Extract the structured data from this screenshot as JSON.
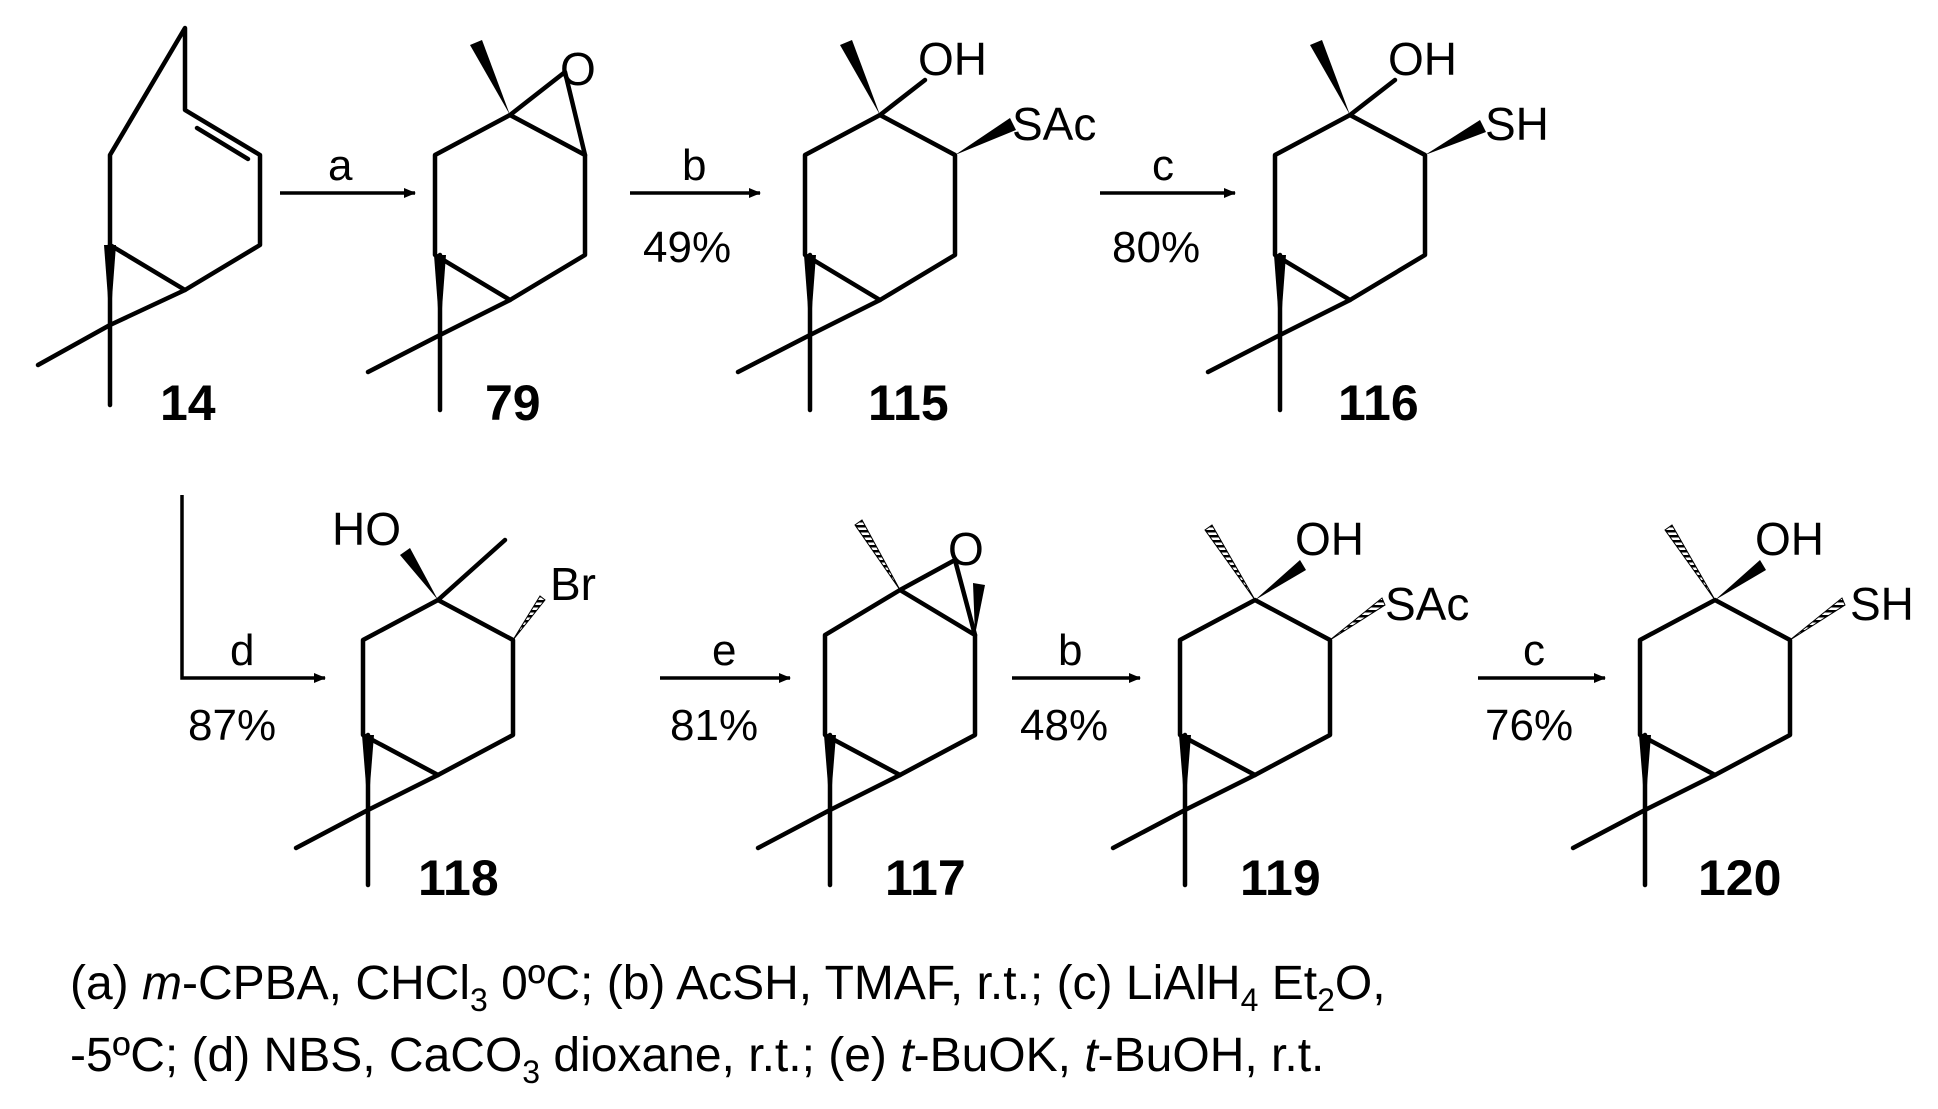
{
  "compounds": {
    "c14": {
      "label": "14"
    },
    "c79": {
      "label": "79",
      "atoms": {
        "o": "O"
      }
    },
    "c115": {
      "label": "115",
      "atoms": {
        "oh": "OH",
        "r": "SAc"
      }
    },
    "c116": {
      "label": "116",
      "atoms": {
        "oh": "OH",
        "r": "SH"
      }
    },
    "c118": {
      "label": "118",
      "atoms": {
        "oh": "HO",
        "r": "Br"
      }
    },
    "c117": {
      "label": "117",
      "atoms": {
        "o": "O"
      }
    },
    "c119": {
      "label": "119",
      "atoms": {
        "oh": "OH",
        "r": "SAc"
      }
    },
    "c120": {
      "label": "120",
      "atoms": {
        "oh": "OH",
        "r": "SH"
      }
    }
  },
  "arrows": {
    "a1": {
      "reagent": "a",
      "yield": ""
    },
    "a2": {
      "reagent": "b",
      "yield": "49%"
    },
    "a3": {
      "reagent": "c",
      "yield": "80%"
    },
    "a4": {
      "reagent": "d",
      "yield": "87%"
    },
    "a5": {
      "reagent": "e",
      "yield": "81%"
    },
    "a6": {
      "reagent": "b",
      "yield": "48%"
    },
    "a7": {
      "reagent": "c",
      "yield": "76%"
    }
  },
  "conditions": {
    "line1": {
      "t1": "(a) ",
      "t2": "m",
      "t3": "-CPBA, CHCl",
      "t4": "3",
      "t5": " 0ºC; (b) AcSH, TMAF, r.t.; (c) LiAlH",
      "t6": "4",
      "t7": " Et",
      "t8": "2",
      "t9": "O,"
    },
    "line2": {
      "t1": "-5ºC; (d) NBS, CaCO",
      "t2": "3",
      "t3": " dioxane, r.t.; (e) ",
      "t4": "t",
      "t5": "-BuOK, ",
      "t6": "t",
      "t7": "-BuOH, r.t."
    }
  }
}
